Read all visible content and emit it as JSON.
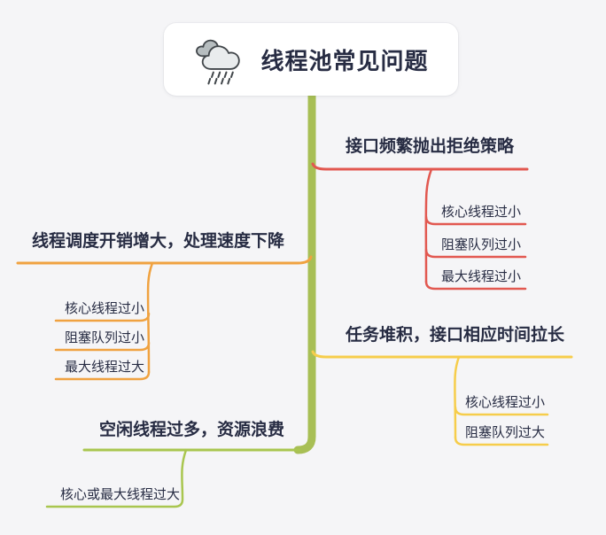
{
  "title": {
    "text": "线程池常见问题",
    "icon": "rain-cloud-icon"
  },
  "colors": {
    "background": "#f5f5f7",
    "card_bg": "#ffffff",
    "text": "#272c43",
    "trunk": "#a8bf55",
    "red": "#e25850",
    "orange": "#f0a240",
    "yellow": "#f6cd4b",
    "green": "#a9c64f"
  },
  "branches": [
    {
      "id": "reject-policy",
      "side": "right",
      "label": "接口频繁抛出拒绝策略",
      "color": "#e25850",
      "children": [
        "核心线程过小",
        "阻塞队列过小",
        "最大线程过小"
      ]
    },
    {
      "id": "scheduling-overhead",
      "side": "left",
      "label": "线程调度开销增大，处理速度下降",
      "color": "#f0a240",
      "children": [
        "核心线程过小",
        "阻塞队列过小",
        "最大线程过大"
      ]
    },
    {
      "id": "task-backlog",
      "side": "right",
      "label": "任务堆积，接口相应时间拉长",
      "color": "#f6cd4b",
      "children": [
        "核心线程过小",
        "阻塞队列过大"
      ]
    },
    {
      "id": "idle-threads",
      "side": "left",
      "label": "空闲线程过多，资源浪费",
      "color": "#a9c64f",
      "children": [
        "核心或最大线程过大"
      ]
    }
  ]
}
